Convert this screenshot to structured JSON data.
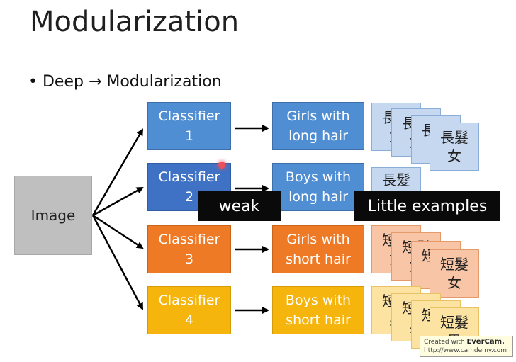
{
  "slide": {
    "title": "Modularization",
    "bullet": "• Deep → Modularization",
    "image_label": "Image",
    "classifiers": [
      {
        "line1": "Classifier",
        "line2": "1"
      },
      {
        "line1": "Classifier",
        "line2": "2"
      },
      {
        "line1": "Classifier",
        "line2": "3"
      },
      {
        "line1": "Classifier",
        "line2": "4"
      }
    ],
    "categories": [
      {
        "line1": "Girls with",
        "line2": "long hair"
      },
      {
        "line1": "Boys with",
        "line2": "long hair"
      },
      {
        "line1": "Girls with",
        "line2": "short hair"
      },
      {
        "line1": "Boys with",
        "line2": "short hair"
      }
    ],
    "cards": {
      "row1": {
        "c1": "長髮",
        "c2": "女"
      },
      "row2": {
        "c1": "長髮"
      },
      "row3": {
        "c1": "短髮",
        "c2": "女"
      },
      "row4": {
        "c1": "短髮",
        "c2": "男"
      }
    },
    "annotations": {
      "weak": "weak",
      "little": "Little examples"
    },
    "watermark": {
      "line1_prefix": "Created with",
      "brand": "EverCam.",
      "line2": "http://www.camdemy.com"
    },
    "colors": {
      "blue": "#4f8ed3",
      "orange": "#ef7a26",
      "yellow": "#f5b50d",
      "gray": "#bfbfbf"
    }
  }
}
